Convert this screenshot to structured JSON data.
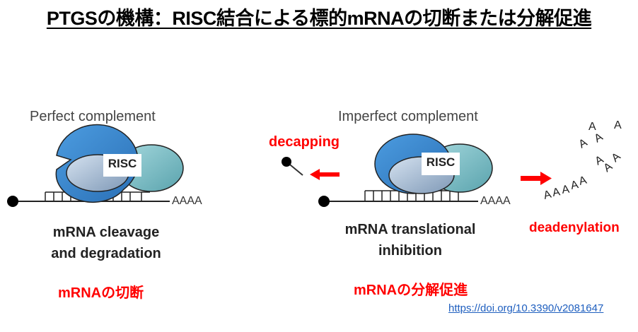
{
  "title": "PTGSの機構：RISC結合による標的mRNAの切断または分解促進",
  "left_panel": {
    "heading": "Perfect complement",
    "complex_label": "RISC",
    "polya_label": "AAAA",
    "caption_line1": "mRNA cleavage",
    "caption_line2": "and degradation",
    "jp_label": "mRNAの切断"
  },
  "right_panel": {
    "heading": "Imperfect complement",
    "complex_label": "RISC",
    "polya_label": "AAAA",
    "caption_line1": "mRNA translational",
    "caption_line2": "inhibition",
    "jp_label": "mRNAの分解促進",
    "decapping_label": "decapping",
    "deadenylation_label": "deadenylation"
  },
  "poly_a_letters": [
    "A",
    "A",
    "A",
    "A",
    "A",
    "A",
    "A",
    "A",
    "A",
    "A",
    "A",
    "A"
  ],
  "colors": {
    "red": "#ff0000",
    "risc_blue": "#3b86cc",
    "risc_teal": "#7cc0c8",
    "risc_inner": "#b7cbe0",
    "link": "#1f5fbf"
  },
  "source_link": "https://doi.org/10.3390/v2081647"
}
